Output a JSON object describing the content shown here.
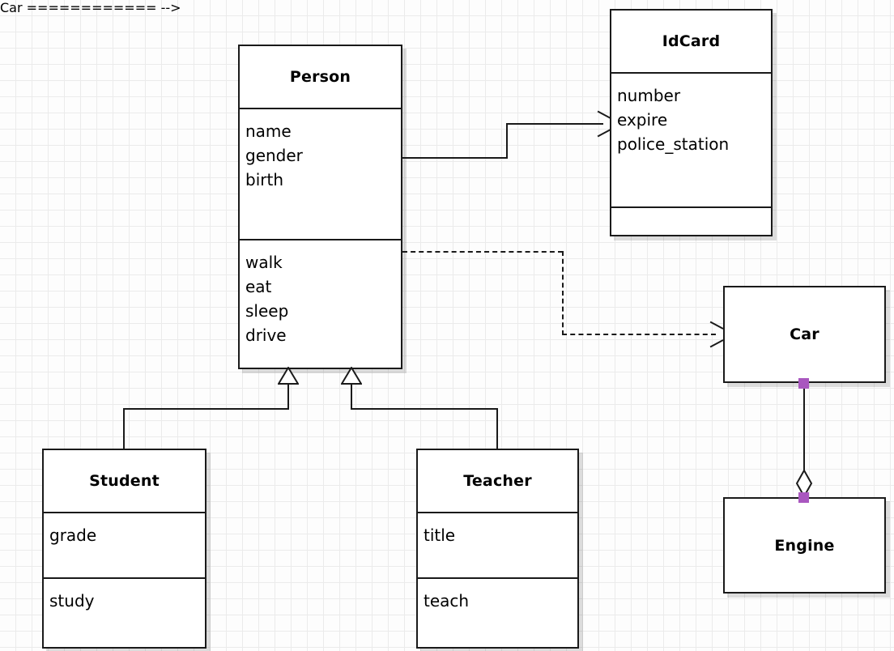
{
  "diagram": {
    "type": "uml-class-diagram",
    "background_color": "#fdfdfd",
    "grid_color": "#ebebeb",
    "line_color": "#1a1a1a",
    "box_fill": "#ffffff",
    "handle_color": "#a957bf"
  },
  "classes": {
    "person": {
      "name": "Person",
      "attributes": [
        "name",
        "gender",
        "birth"
      ],
      "methods": [
        "walk",
        "eat",
        "sleep",
        "drive"
      ]
    },
    "idcard": {
      "name": "IdCard",
      "attributes": [
        "number",
        "expire",
        "police_station"
      ],
      "methods": []
    },
    "student": {
      "name": "Student",
      "attributes": [
        "grade"
      ],
      "methods": [
        "study"
      ]
    },
    "teacher": {
      "name": "Teacher",
      "attributes": [
        "title"
      ],
      "methods": [
        "teach"
      ]
    },
    "car": {
      "name": "Car"
    },
    "engine": {
      "name": "Engine"
    }
  },
  "relationships": [
    {
      "id": "person-idcard",
      "kind": "association",
      "line": "solid",
      "arrowhead": "open",
      "from": "Person",
      "to": "IdCard"
    },
    {
      "id": "person-car",
      "kind": "dependency",
      "line": "dashed",
      "arrowhead": "open",
      "from": "Person",
      "to": "Car"
    },
    {
      "id": "student-person",
      "kind": "generalization",
      "line": "solid",
      "arrowhead": "hollow-triangle",
      "from": "Student",
      "to": "Person"
    },
    {
      "id": "teacher-person",
      "kind": "generalization",
      "line": "solid",
      "arrowhead": "hollow-triangle",
      "from": "Teacher",
      "to": "Person"
    },
    {
      "id": "car-engine",
      "kind": "aggregation",
      "line": "solid",
      "arrowhead": "hollow-diamond",
      "from": "Car",
      "to": "Engine",
      "selected": true
    }
  ]
}
